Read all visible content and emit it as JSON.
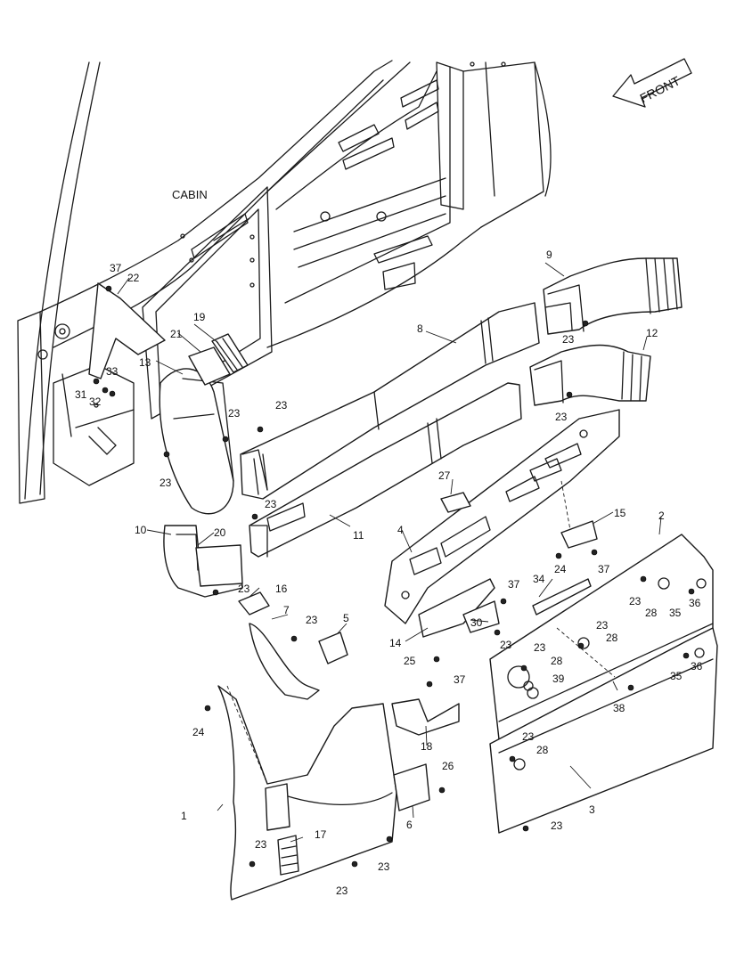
{
  "diagram": {
    "area_label": "CABIN",
    "direction_label": "FRONT",
    "part_numbers": {
      "p1": "1",
      "p2": "2",
      "p3": "3",
      "p4": "4",
      "p5": "5",
      "p6": "6",
      "p7": "7",
      "p8": "8",
      "p9": "9",
      "p10": "10",
      "p11": "11",
      "p12": "12",
      "p13": "13",
      "p14": "14",
      "p15": "15",
      "p16": "16",
      "p17": "17",
      "p18": "18",
      "p19": "19",
      "p20": "20",
      "p21": "21",
      "p22": "22",
      "p23": "23",
      "p24": "24",
      "p25": "25",
      "p26": "26",
      "p27": "27",
      "p28": "28",
      "p30": "30",
      "p31": "31",
      "p32": "32",
      "p33": "33",
      "p34": "34",
      "p35": "35",
      "p36": "36",
      "p37": "37",
      "p38": "38",
      "p39": "39"
    }
  }
}
